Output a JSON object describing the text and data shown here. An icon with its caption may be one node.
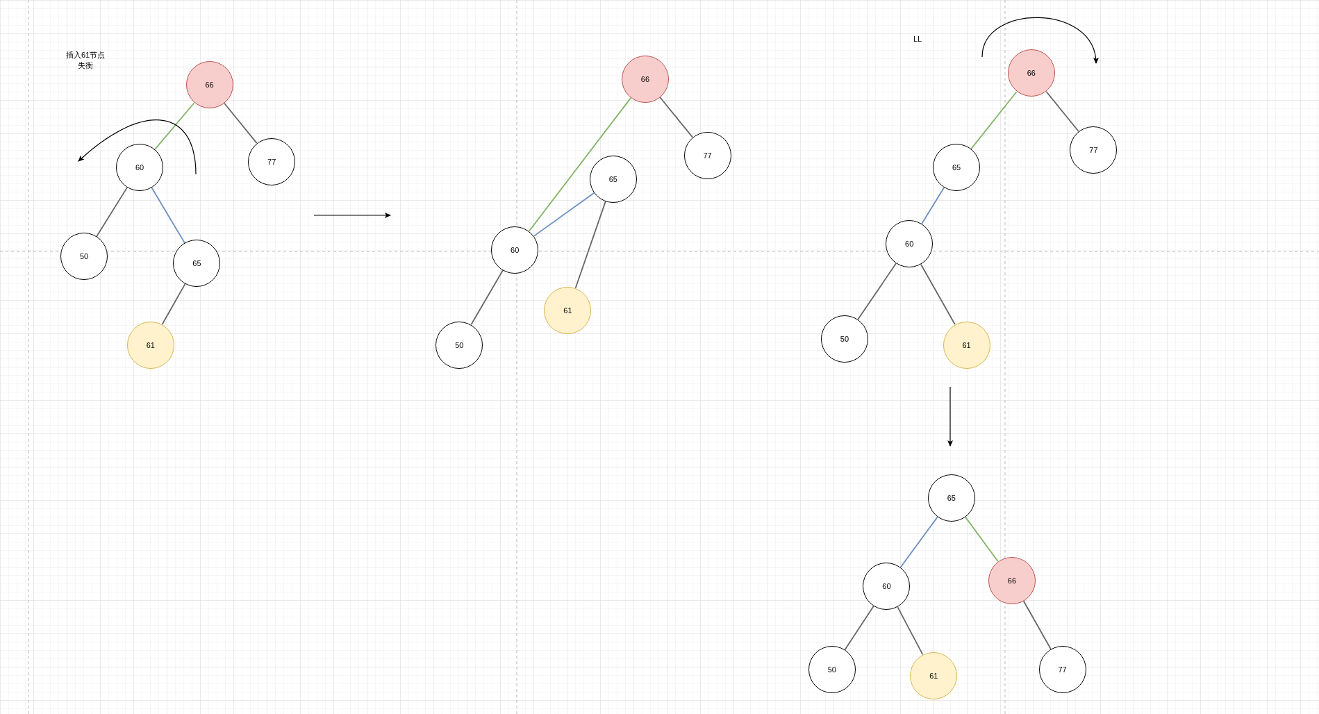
{
  "diagram": {
    "nodes": [
      {
        "text": [
          "66"
        ]
      },
      {
        "text": [
          "60"
        ]
      },
      {
        "text": [
          "77"
        ]
      },
      {
        "text": [
          "50"
        ]
      },
      {
        "text": [
          "65"
        ]
      },
      {
        "text": [
          "61"
        ]
      },
      {
        "text": [
          "66"
        ]
      },
      {
        "text": [
          "77"
        ]
      },
      {
        "text": [
          "65"
        ]
      },
      {
        "text": [
          "60"
        ]
      },
      {
        "text": [
          "61"
        ]
      },
      {
        "text": [
          "50"
        ]
      },
      {
        "text": [
          "66"
        ]
      },
      {
        "text": [
          "65"
        ]
      },
      {
        "text": [
          "77"
        ]
      },
      {
        "text": [
          "60"
        ]
      },
      {
        "text": [
          "50"
        ]
      },
      {
        "text": [
          "61"
        ]
      },
      {
        "text": [
          "65"
        ]
      },
      {
        "text": [
          "60"
        ]
      },
      {
        "text": [
          "66"
        ]
      },
      {
        "text": [
          "50"
        ]
      },
      {
        "text": [
          "61"
        ]
      },
      {
        "text": [
          "77"
        ]
      }
    ],
    "edges": [
      {
        "from": 0,
        "to": 1,
        "arrow": "none",
        "color": "#82b366"
      },
      {
        "from": 0,
        "to": 2,
        "arrow": "none"
      },
      {
        "from": 1,
        "to": 3,
        "arrow": "none"
      },
      {
        "from": 1,
        "to": 4,
        "arrow": "none",
        "color": "#6c8ebf"
      },
      {
        "from": 4,
        "to": 5,
        "arrow": "none"
      },
      {
        "from": 6,
        "to": 9,
        "arrow": "none",
        "color": "#82b366"
      },
      {
        "from": 6,
        "to": 7,
        "arrow": "none"
      },
      {
        "from": 9,
        "to": 8,
        "arrow": "none",
        "color": "#6c8ebf"
      },
      {
        "from": 8,
        "to": 10,
        "arrow": "none"
      },
      {
        "from": 9,
        "to": 11,
        "arrow": "none"
      },
      {
        "from": 12,
        "to": 13,
        "arrow": "none",
        "color": "#82b366"
      },
      {
        "from": 12,
        "to": 14,
        "arrow": "none"
      },
      {
        "from": 13,
        "to": 15,
        "arrow": "none",
        "color": "#6c8ebf"
      },
      {
        "from": 15,
        "to": 16,
        "arrow": "none"
      },
      {
        "from": 15,
        "to": 17,
        "arrow": "none"
      },
      {
        "from": 18,
        "to": 19,
        "arrow": "none",
        "color": "#6c8ebf"
      },
      {
        "from": 18,
        "to": 20,
        "arrow": "none",
        "color": "#82b366"
      },
      {
        "from": 19,
        "to": 21,
        "arrow": "none"
      },
      {
        "from": 19,
        "to": 22,
        "arrow": "none"
      },
      {
        "from": 20,
        "to": 23,
        "arrow": "none"
      }
    ],
    "labels": [
      "插入61节点失衡",
      "LL"
    ]
  }
}
